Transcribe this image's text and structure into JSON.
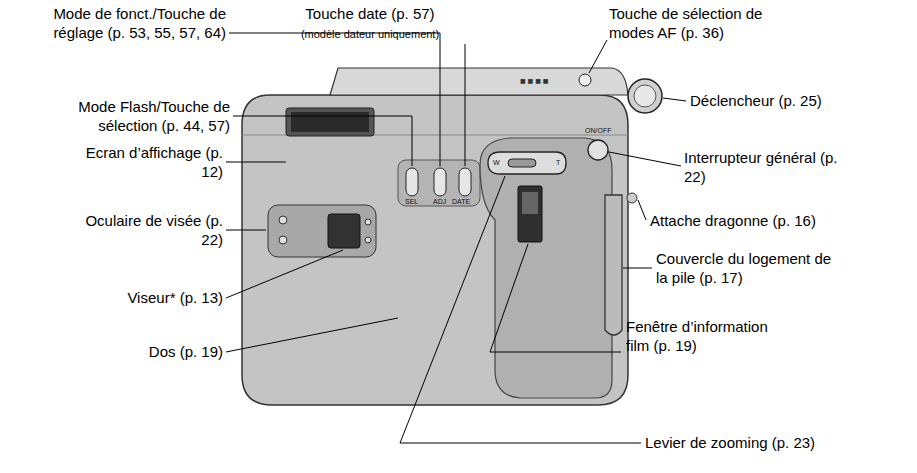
{
  "diagram": {
    "labels": [
      "Mode de fonct./Touche de réglage (p. 53, 55, 57, 64)",
      "Touche date (p. 57)",
      "(modèle dateur uniquement)",
      "Touche de sélection de modes AF (p. 36)",
      "Mode Flash/Touche de sélection (p. 44, 57)",
      "Déclencheur (p. 25)",
      "Ecran d’affichage (p. 12)",
      "Interrupteur général (p. 22)",
      "Oculaire de visée (p. 22)",
      "Attache dragonne (p. 16)",
      "Couvercle du logement de la pile (p. 17)",
      "Viseur* (p. 13)",
      "Dos (p. 19)",
      "Fenêtre d’information film (p. 19)",
      "Levier de zooming (p. 23)",
      "ON/OFF",
      "SEL",
      "ADJ",
      "DATE",
      "W",
      "T"
    ]
  }
}
